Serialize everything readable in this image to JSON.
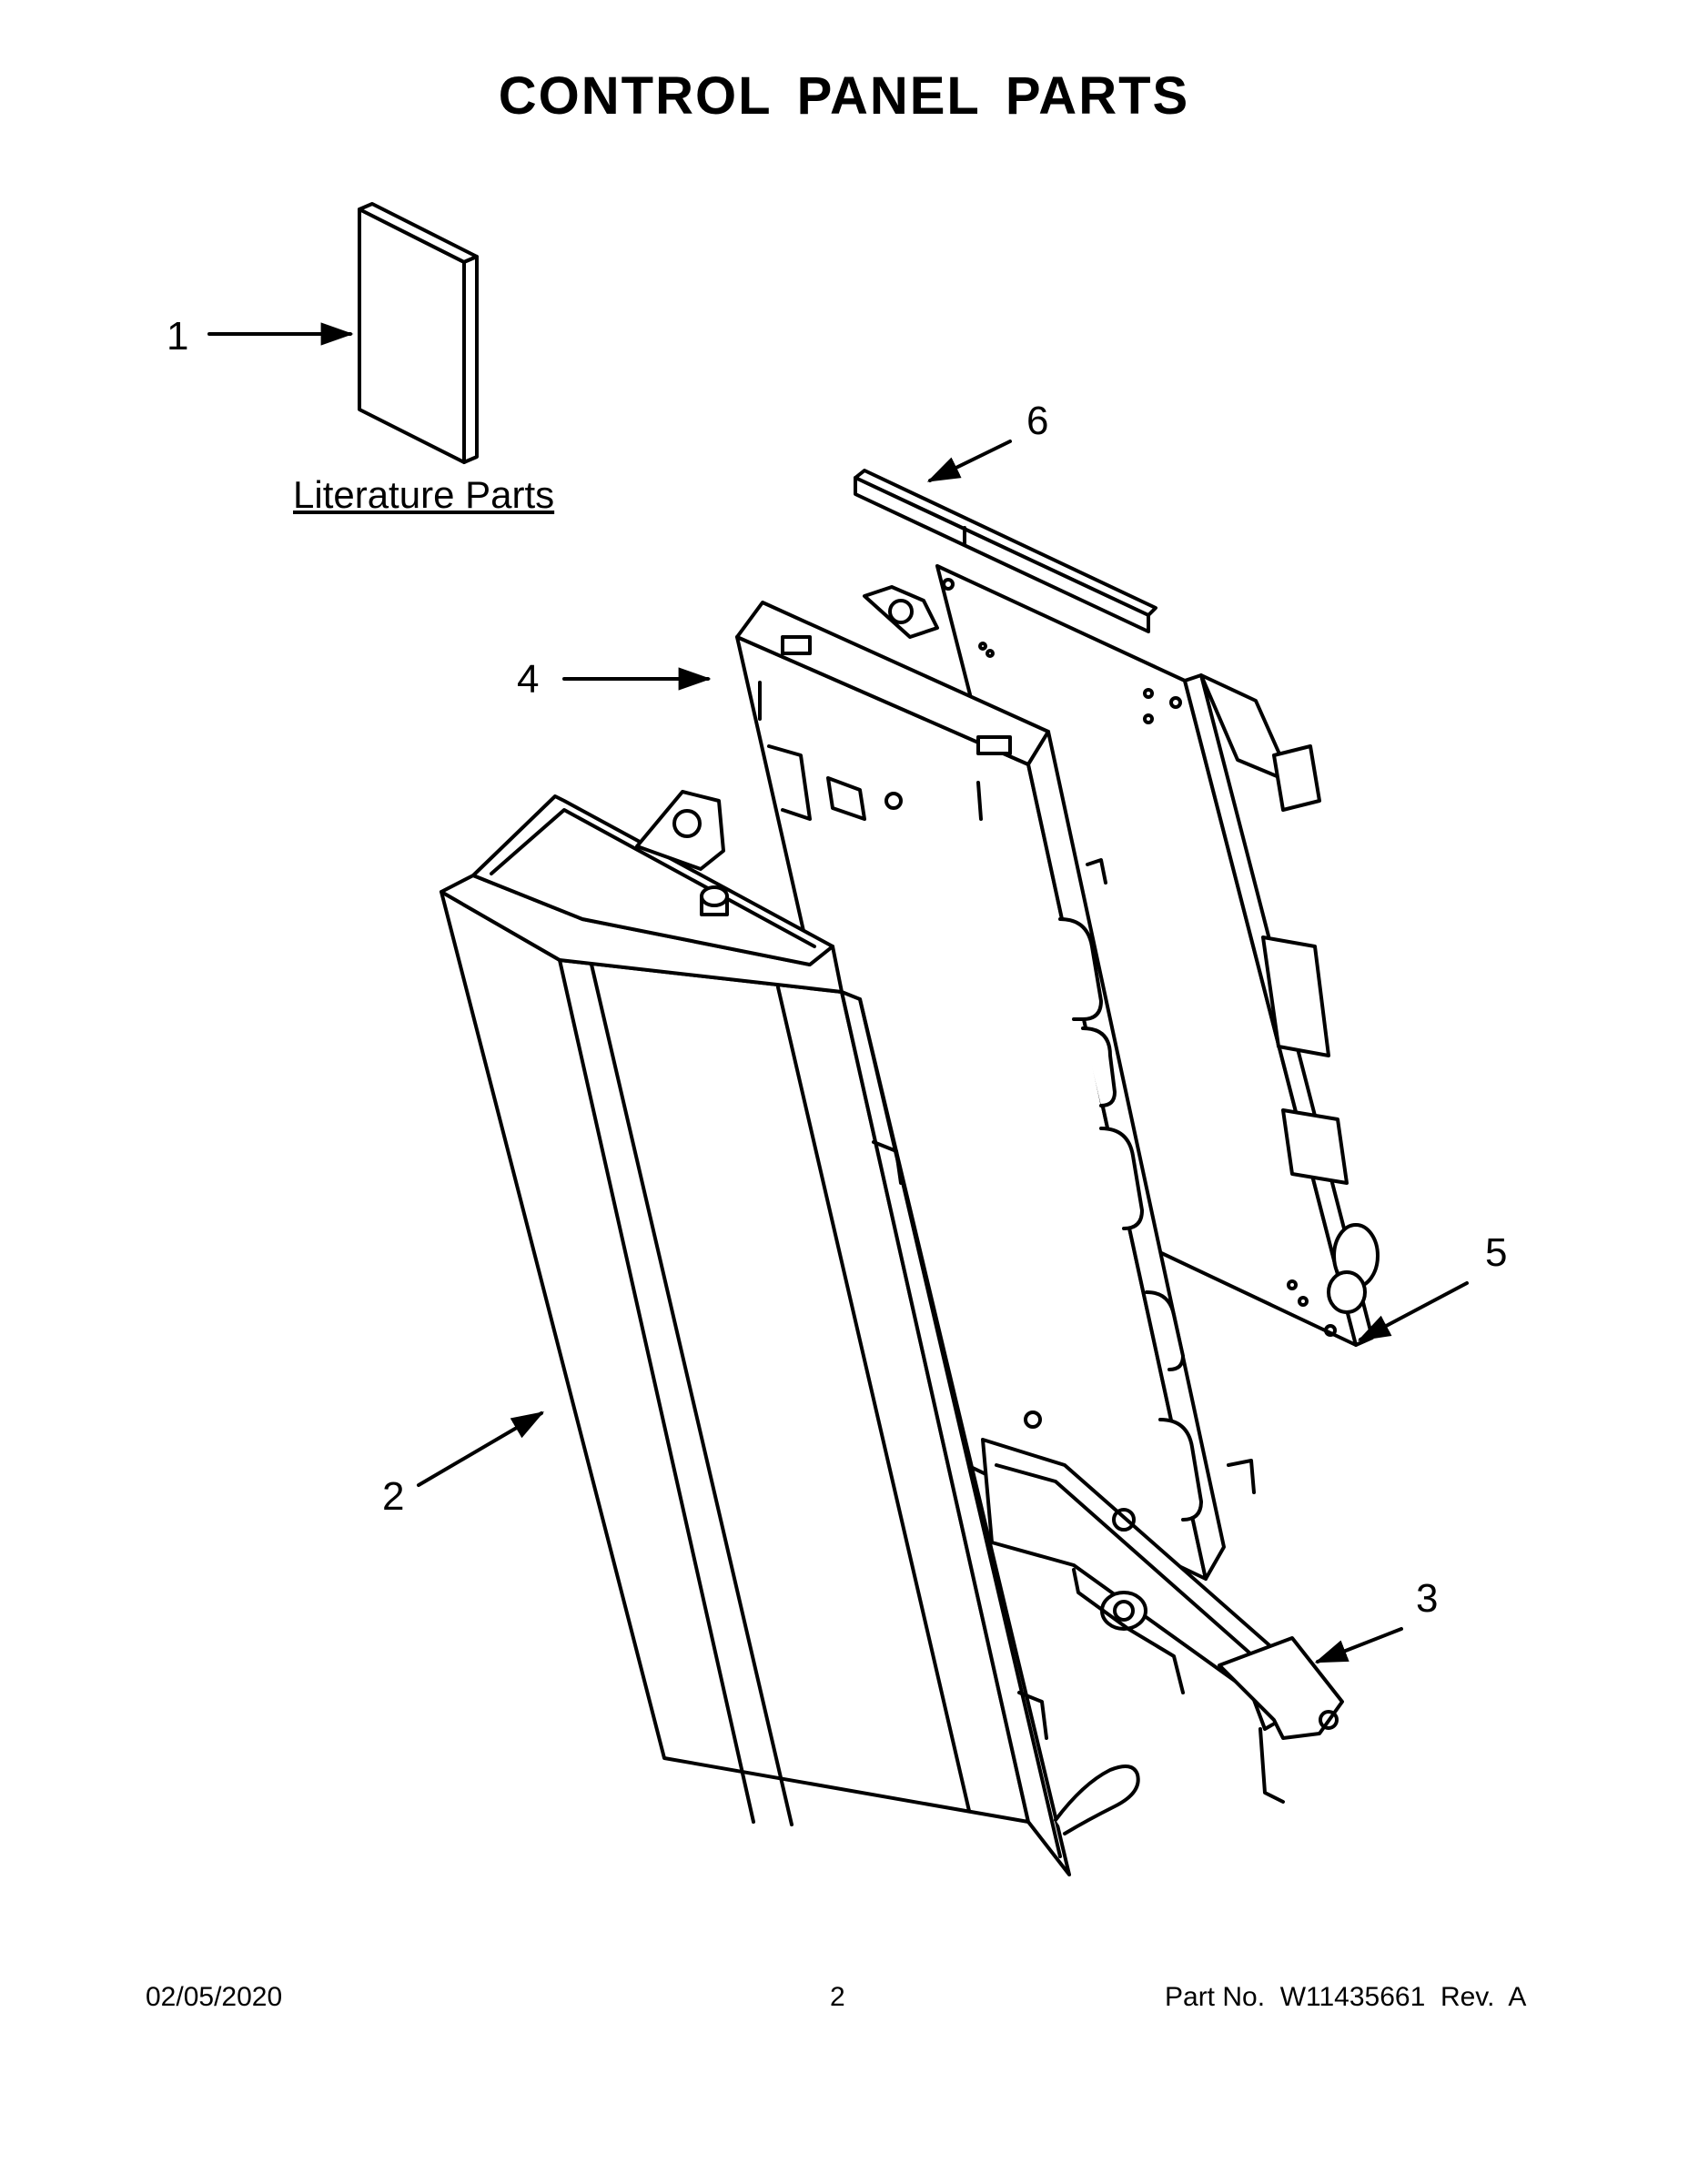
{
  "title": "CONTROL PANEL PARTS",
  "literature_label": "Literature Parts",
  "callouts": [
    "1",
    "2",
    "3",
    "4",
    "5",
    "6"
  ],
  "footer": {
    "date": "02/05/2020",
    "page": "2",
    "part_no": "Part No.  W11435661  Rev.  A"
  }
}
